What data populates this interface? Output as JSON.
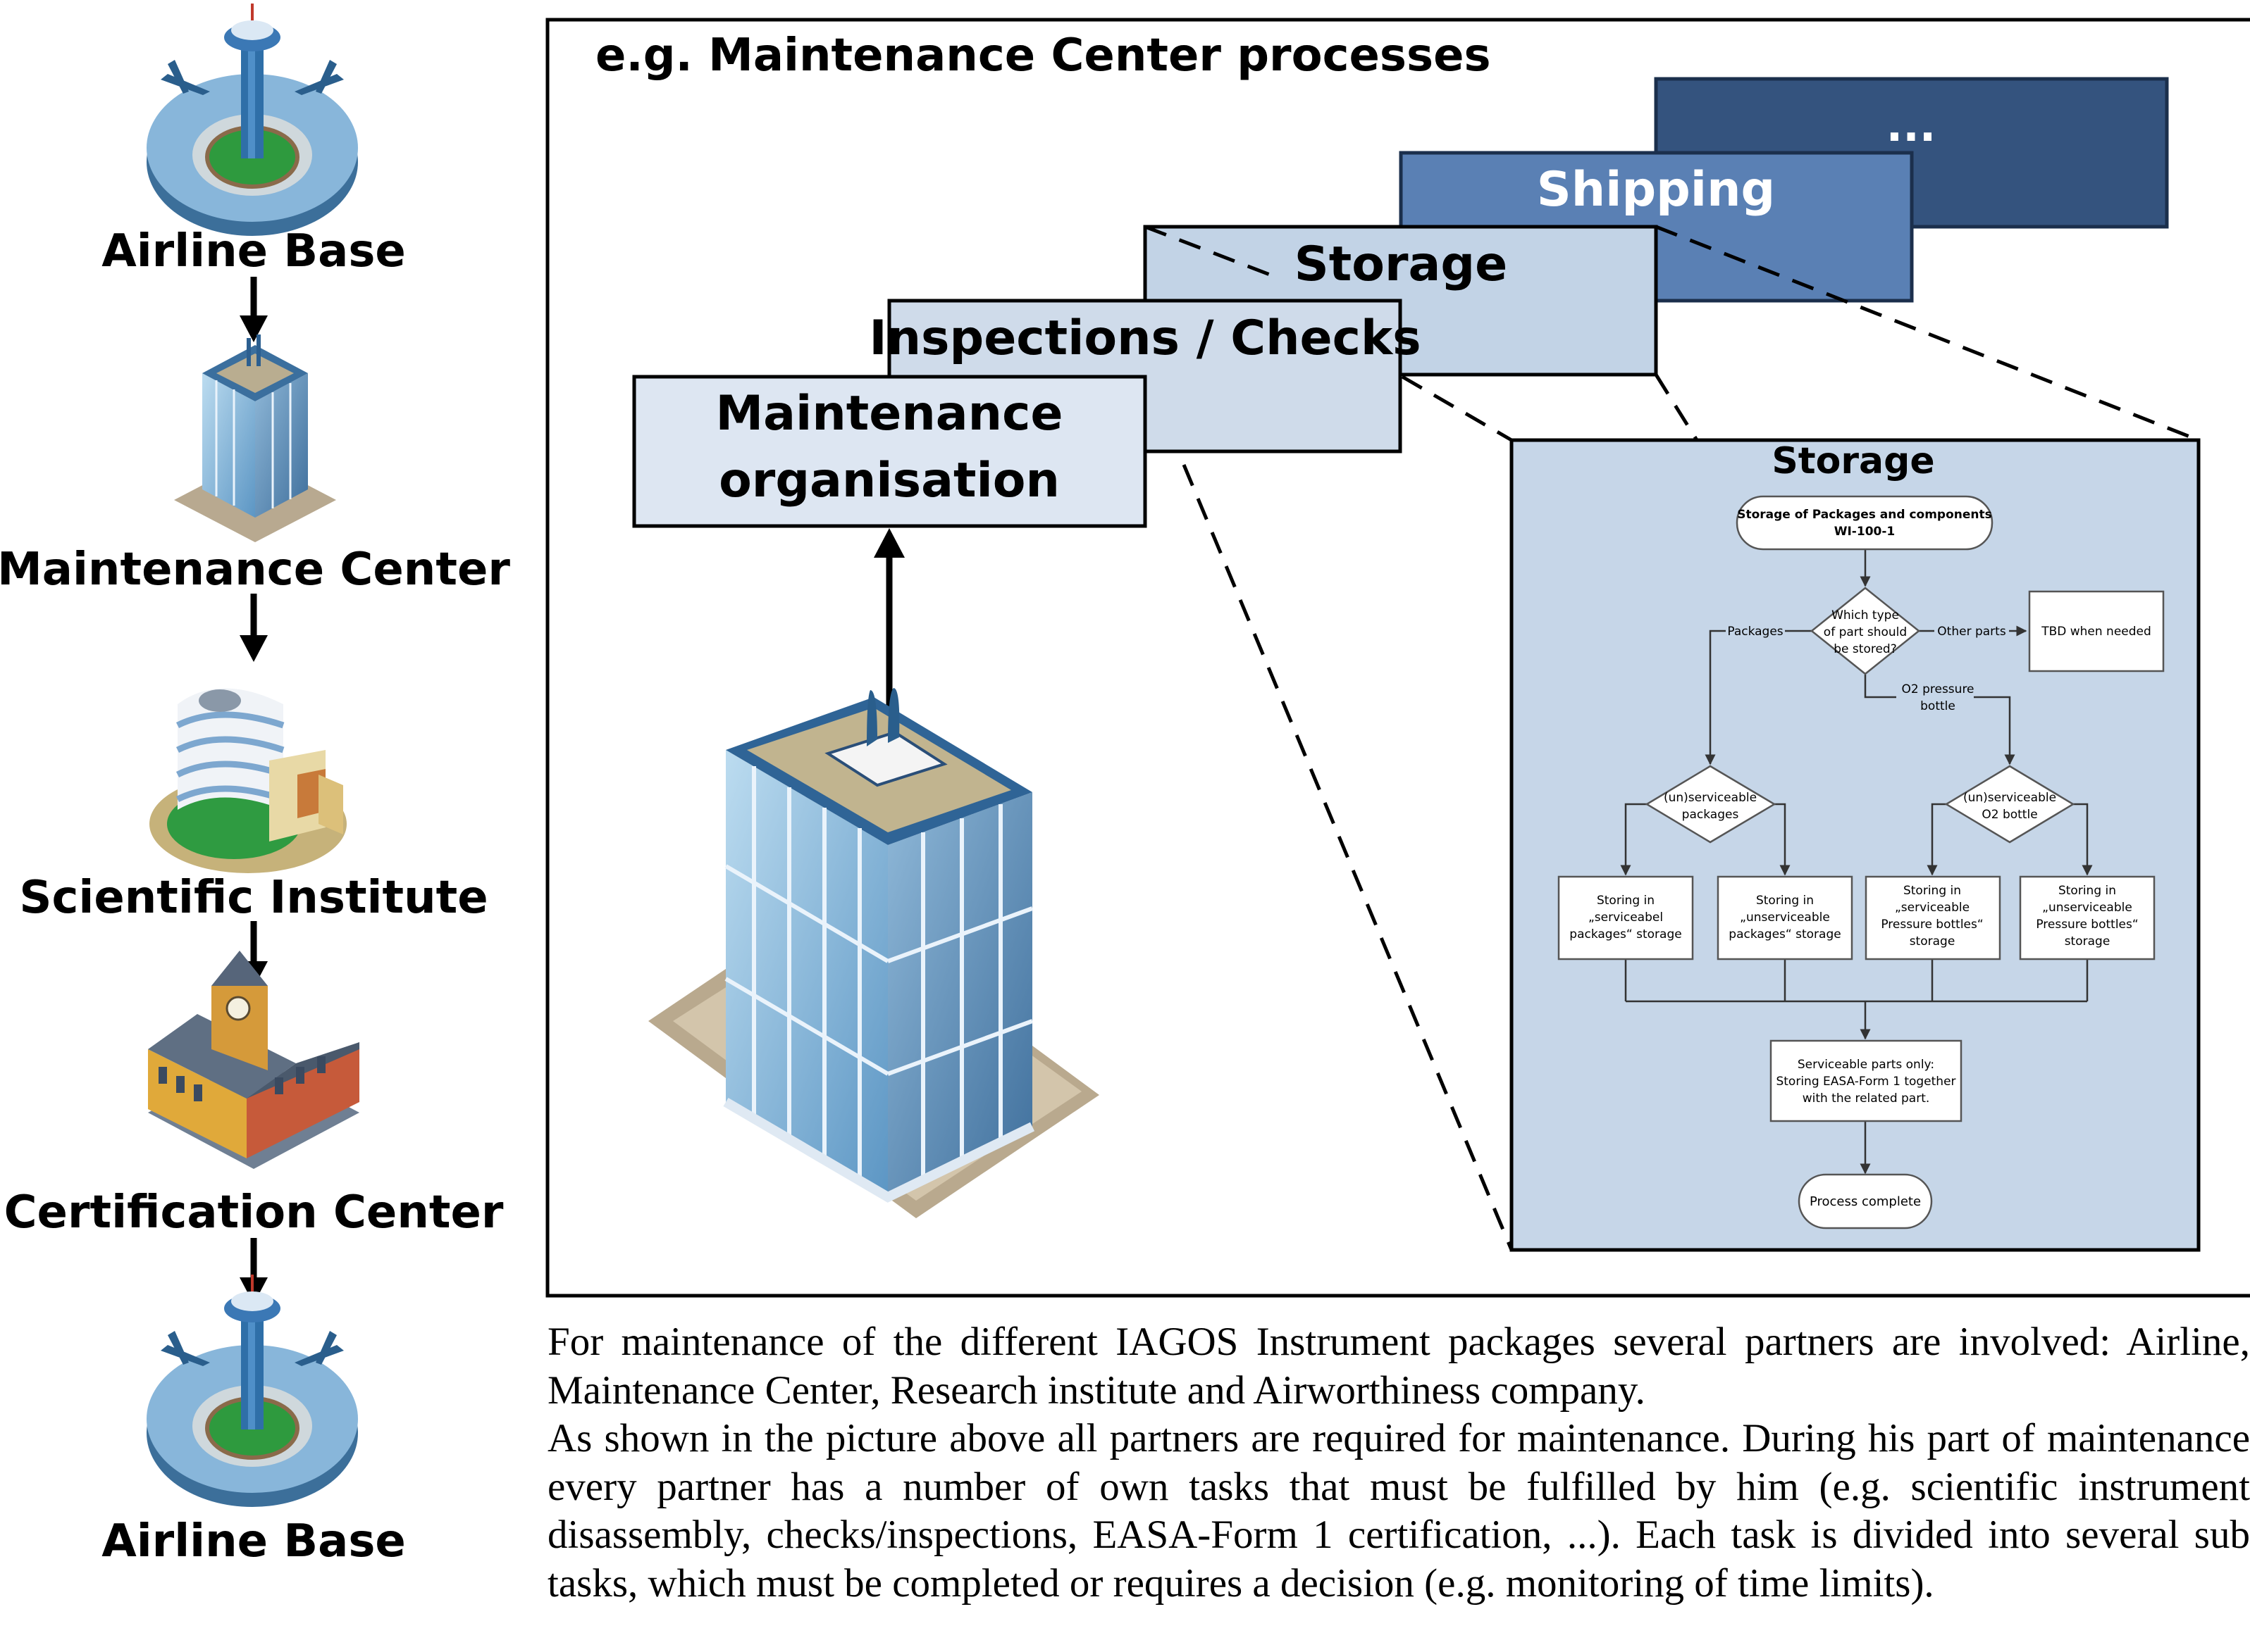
{
  "partners": [
    {
      "label": "Airline Base",
      "icon": "airport-icon"
    },
    {
      "label": "Maintenance Center",
      "icon": "office-tower-icon"
    },
    {
      "label": "Scientific Institute",
      "icon": "institute-building-icon"
    },
    {
      "label": "Certification Center",
      "icon": "town-hall-icon"
    },
    {
      "label": "Airline Base",
      "icon": "airport-icon"
    }
  ],
  "panel": {
    "title": "e.g. Maintenance Center processes",
    "steps": [
      {
        "label_line1": "Maintenance",
        "label_line2": "organisation",
        "fill": "#dde6f2"
      },
      {
        "label": "Inspections / Checks",
        "fill": "#cfdbea"
      },
      {
        "label": "Storage",
        "fill": "#c2d3e6"
      },
      {
        "label": "Shipping",
        "fill": "#5a80b4"
      },
      {
        "label": "...",
        "fill": "#34537e"
      }
    ]
  },
  "flowchart": {
    "title": "Storage",
    "background": "#c6d6e8",
    "start": {
      "line1": "Storage of Packages and components",
      "line2": "WI-100-1"
    },
    "decision_main": {
      "line1": "Which type",
      "line2": "of part should",
      "line3": "be stored?"
    },
    "edge_packages": "Packages",
    "edge_other": "Other parts",
    "tbd": "TBD when needed",
    "edge_o2": {
      "line1": "O2 pressure",
      "line2": "bottle"
    },
    "decision_packages": {
      "line1": "(un)serviceable",
      "line2": "packages"
    },
    "decision_o2": {
      "line1": "(un)serviceable",
      "line2": "O2 bottle"
    },
    "box1": {
      "line1": "Storing in",
      "line2": "„serviceabel",
      "line3": "packages“ storage"
    },
    "box2": {
      "line1": "Storing in",
      "line2": "„unserviceable",
      "line3": "packages“ storage"
    },
    "box3": {
      "line1": "Storing in",
      "line2": "„serviceable",
      "line3": "Pressure bottles“",
      "line4": "storage"
    },
    "box4": {
      "line1": "Storing in",
      "line2": "„unserviceable",
      "line3": "Pressure bottles“",
      "line4": "storage"
    },
    "serviceable_box": {
      "line1": "Serviceable parts only:",
      "line2": "Storing EASA-Form 1 together",
      "line3": "with the related part."
    },
    "end": "Process complete"
  },
  "description": {
    "paragraph1": "For maintenance of the different IAGOS Instrument packages several partners are involved: Airline, Maintenance Center, Research institute and Airworthiness company.",
    "paragraph2": "As shown in the picture above all partners are required for maintenance. During his part of maintenance every partner has a number of own tasks that must be fulfilled by him (e.g. scientific instrument disassembly, checks/inspections, EASA-Form 1 certification, ...). Each task is divided into several sub tasks, which must be completed or requires a decision (e.g. monitoring of time limits)."
  }
}
